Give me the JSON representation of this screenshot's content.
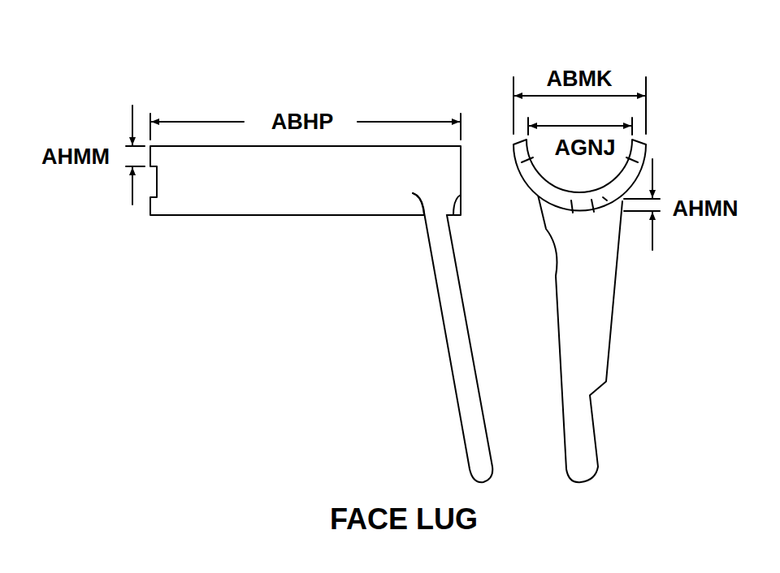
{
  "diagram": {
    "caption": "FACE LUG",
    "labels": [
      "ABHP",
      "AHMM",
      "ABMK",
      "AGNJ",
      "AHMN"
    ]
  }
}
